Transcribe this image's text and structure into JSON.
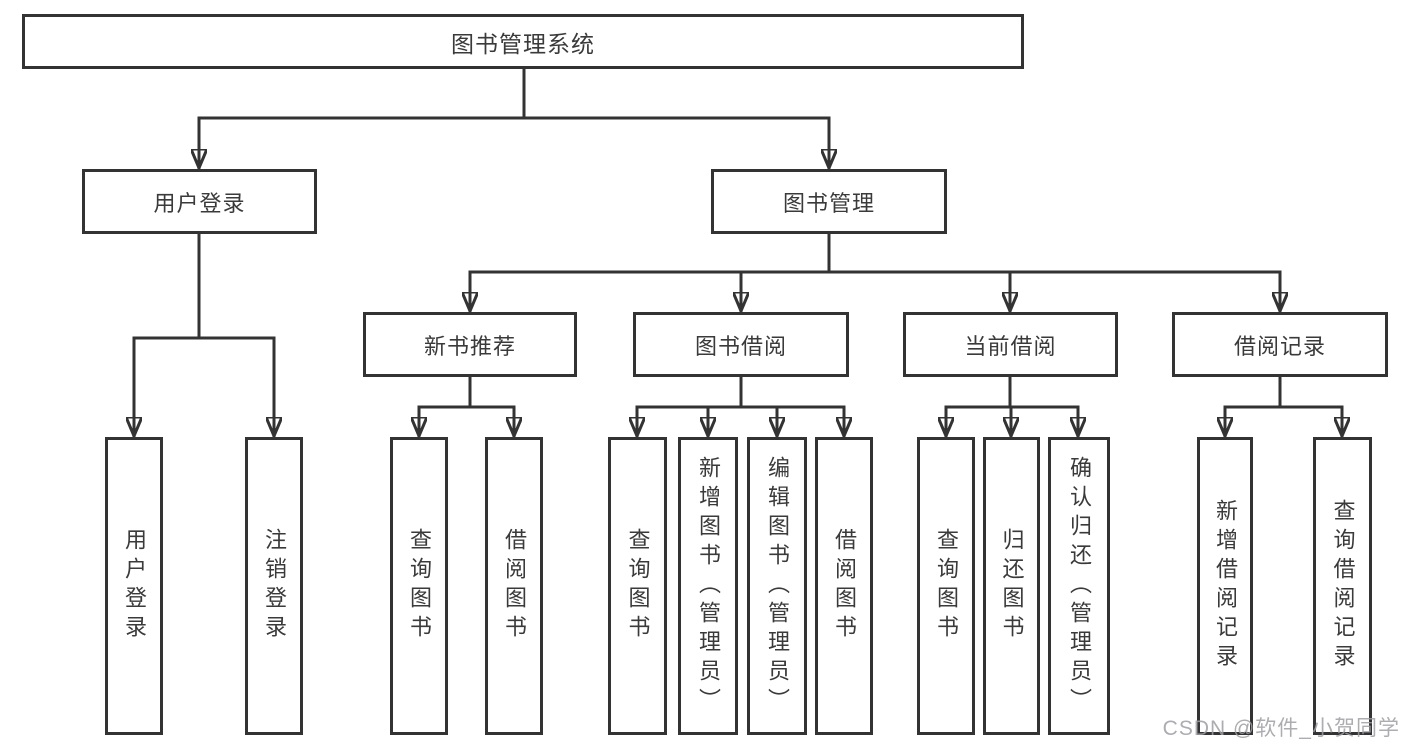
{
  "diagram": {
    "root": {
      "label": "图书管理系统"
    },
    "level2": [
      {
        "label": "用户登录"
      },
      {
        "label": "图书管理"
      }
    ],
    "level3": [
      {
        "label": "新书推荐"
      },
      {
        "label": "图书借阅"
      },
      {
        "label": "当前借阅"
      },
      {
        "label": "借阅记录"
      }
    ],
    "leaves": {
      "user_login": [
        "用户登录",
        "注销登录"
      ],
      "new_book_recommend": [
        "查询图书",
        "借阅图书"
      ],
      "book_borrow": [
        "查询图书",
        "新增图书（管理员）",
        "编辑图书（管理员）",
        "借阅图书"
      ],
      "current_borrow": [
        "查询图书",
        "归还图书",
        "确认归还（管理员）"
      ],
      "borrow_records": [
        "新增借阅记录",
        "查询借阅记录"
      ]
    }
  },
  "watermark": {
    "text": "CSDN @软件_小贺同学"
  },
  "colors": {
    "line": "#333333",
    "text": "#3a3a3a",
    "watermark": "#9e9ea4",
    "background": "#ffffff"
  }
}
